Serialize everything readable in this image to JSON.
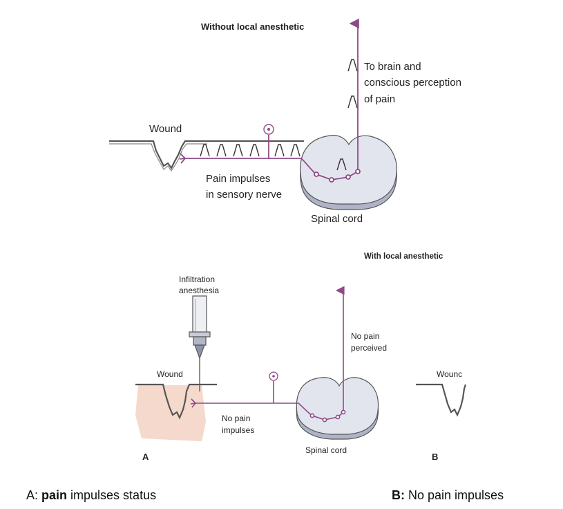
{
  "top_diagram": {
    "title": "Without local anesthetic",
    "wound_label": "Wound",
    "brain_text": [
      "To brain and",
      "conscious perception",
      "of pain"
    ],
    "impulse_text": [
      "Pain impulses",
      "in sensory nerve"
    ],
    "spinal_label": "Spinal cord"
  },
  "bottom_diagram": {
    "title": "With local anesthetic",
    "syringe_label": [
      "Infiltration",
      "anesthesia"
    ],
    "wound_label": "Wound",
    "wound_label_b": "Wounc",
    "no_pain_perceived": [
      "No pain",
      "perceived"
    ],
    "no_pain_impulses": [
      "No pain",
      "impulses"
    ],
    "spinal_label": "Spinal cord",
    "panel_a": "A",
    "panel_b": "B"
  },
  "captions": {
    "a_prefix": "A: ",
    "a_bold": "pain",
    "a_rest": " impulses status",
    "b_prefix": "B:",
    "b_rest": " No pain impulses"
  },
  "colors": {
    "nerve": "#8e4a87",
    "cord_fill": "#e3e5ee",
    "cord_shadow": "#aeb3c6",
    "tissue": "#f4d9cc",
    "line": "#555555"
  }
}
